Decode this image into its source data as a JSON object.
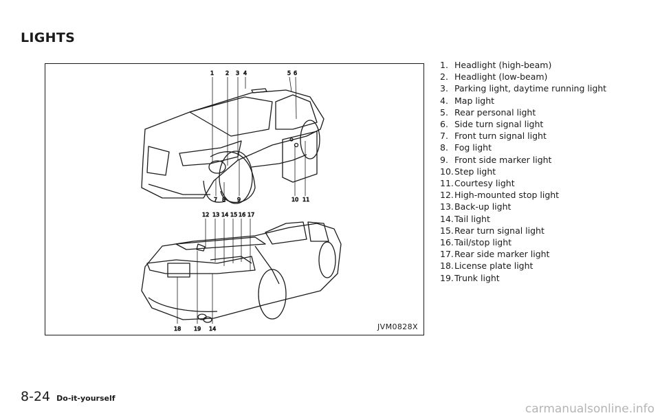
{
  "section_title": "LIGHTS",
  "figure": {
    "code": "JVM0828X",
    "front_callouts": [
      "1",
      "2",
      "3",
      "4",
      "5",
      "6",
      "7",
      "8",
      "9",
      "10",
      "11"
    ],
    "rear_callouts": [
      "12",
      "13",
      "14",
      "15",
      "16",
      "17",
      "18",
      "19",
      "14"
    ]
  },
  "legend": [
    {
      "num": "1.",
      "label": "Headlight (high-beam)"
    },
    {
      "num": "2.",
      "label": "Headlight (low-beam)"
    },
    {
      "num": "3.",
      "label": "Parking light, daytime running light"
    },
    {
      "num": "4.",
      "label": "Map light"
    },
    {
      "num": "5.",
      "label": "Rear personal light"
    },
    {
      "num": "6.",
      "label": "Side turn signal light"
    },
    {
      "num": "7.",
      "label": "Front turn signal light"
    },
    {
      "num": "8.",
      "label": "Fog light"
    },
    {
      "num": "9.",
      "label": "Front side marker light"
    },
    {
      "num": "10.",
      "label": "Step light"
    },
    {
      "num": "11.",
      "label": "Courtesy light"
    },
    {
      "num": "12.",
      "label": "High-mounted stop light"
    },
    {
      "num": "13.",
      "label": "Back-up light"
    },
    {
      "num": "14.",
      "label": "Tail light"
    },
    {
      "num": "15.",
      "label": "Rear turn signal light"
    },
    {
      "num": "16.",
      "label": "Tail/stop light"
    },
    {
      "num": "17.",
      "label": "Rear side marker light"
    },
    {
      "num": "18.",
      "label": "License plate light"
    },
    {
      "num": "19.",
      "label": "Trunk light"
    }
  ],
  "footer": {
    "page_number": "8-24",
    "section_name": "Do-it-yourself"
  },
  "watermark": "carmanualsonline.info"
}
